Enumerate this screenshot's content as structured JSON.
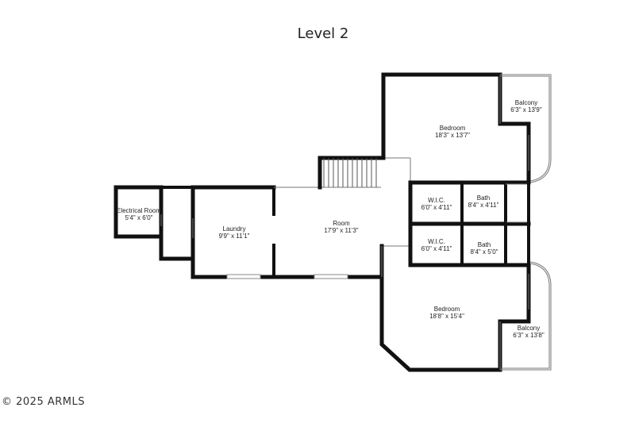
{
  "title": "Level 2",
  "copyright": "2025 ARMLS",
  "rooms": [
    {
      "id": "electrical",
      "name": "Electrical Room",
      "dims": "5'4\" x 6'0\""
    },
    {
      "id": "laundry",
      "name": "Laundry",
      "dims": "9'9\" x 11'1\""
    },
    {
      "id": "room",
      "name": "Room",
      "dims": "17'9\" x 11'3\""
    },
    {
      "id": "bedroom-top",
      "name": "Bedroom",
      "dims": "18'3\" x 13'7\""
    },
    {
      "id": "balcony-top",
      "name": "Balcony",
      "dims": "6'3\" x 13'9\""
    },
    {
      "id": "wic-top",
      "name": "W.I.C.",
      "dims": "6'0\" x 4'11\""
    },
    {
      "id": "bath-top",
      "name": "Bath",
      "dims": "8'4\" x 4'11\""
    },
    {
      "id": "wic-bottom",
      "name": "W.I.C.",
      "dims": "6'0\" x 4'11\""
    },
    {
      "id": "bath-bottom",
      "name": "Bath",
      "dims": "8'4\" x 5'0\""
    },
    {
      "id": "bedroom-bottom",
      "name": "Bedroom",
      "dims": "18'8\" x 15'4\""
    },
    {
      "id": "balcony-bottom",
      "name": "Balcony",
      "dims": "6'3\" x 13'8\""
    }
  ]
}
